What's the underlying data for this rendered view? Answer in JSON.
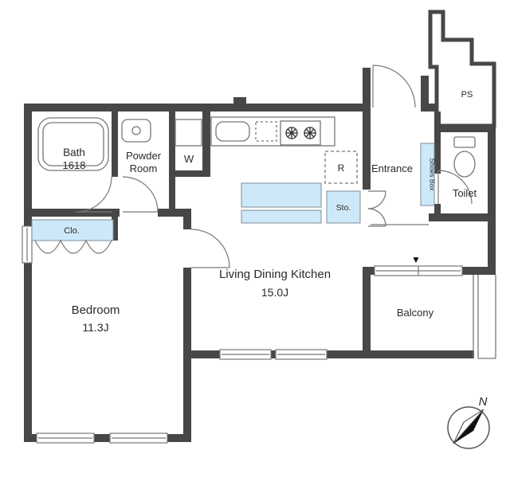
{
  "colors": {
    "wall": "#474747",
    "line": "#777777",
    "fixture_fill": "#cde9f9",
    "text": "#2a2a2a",
    "marker": "#111111"
  },
  "labels": {
    "bath_name": "Bath",
    "bath_size": "1618",
    "powder_line1": "Powder",
    "powder_line2": "Room",
    "washer": "W",
    "fridge": "R",
    "storage": "Sto.",
    "entrance": "Entrance",
    "shoes_box": "Shoes Box",
    "toilet": "Toilet",
    "pipe_space": "PS",
    "closet": "Clo.",
    "bedroom_name": "Bedroom",
    "bedroom_size": "11.3J",
    "ldk_name": "Living Dining Kitchen",
    "ldk_size": "15.0J",
    "balcony": "Balcony",
    "compass_north": "N",
    "vent_marker": "▼"
  }
}
